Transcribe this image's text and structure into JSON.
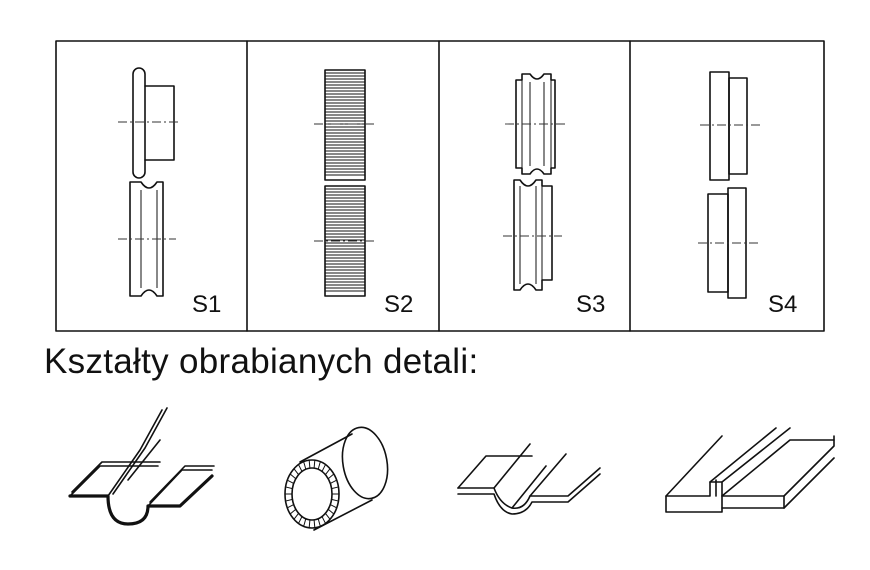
{
  "panels": [
    {
      "label": "S1"
    },
    {
      "label": "S2"
    },
    {
      "label": "S3"
    },
    {
      "label": "S4"
    }
  ],
  "caption": "Kształty obrabianych detali:",
  "colors": {
    "line": "#111111",
    "background": "#ffffff"
  }
}
